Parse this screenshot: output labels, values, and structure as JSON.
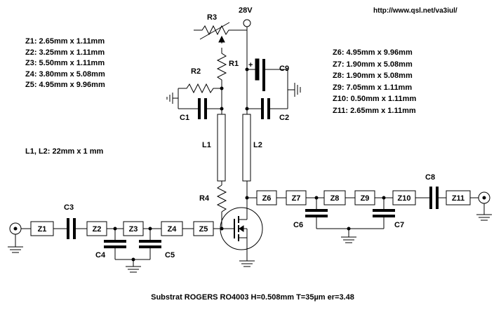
{
  "header": {
    "url": "http://www.qsl.net/va3iul/",
    "supply": "28V"
  },
  "notes_left": [
    "Z1: 2.65mm x 1.11mm",
    "Z2: 3.25mm x 1.11mm",
    "Z3: 5.50mm x 1.11mm",
    "Z4: 3.80mm x 5.08mm",
    "Z5: 4.95mm x 9.96mm"
  ],
  "notes_right": [
    "Z6: 4.95mm x 9.96mm",
    "Z7: 1.90mm x 5.08mm",
    "Z8: 1.90mm x 5.08mm",
    "Z9: 7.05mm x 1.11mm",
    "Z10: 0.50mm x 1.11mm",
    "Z11: 2.65mm x 1.11mm"
  ],
  "inductor_note": "L1, L2: 22mm x 1 mm",
  "footer": "Substrat ROGERS RO4003  H=0.508mm  T=35µm  er=3.48",
  "labels": {
    "R1": "R1",
    "R2": "R2",
    "R3": "R3",
    "R4": "R4",
    "C1": "C1",
    "C2": "C2",
    "C3": "C3",
    "C4": "C4",
    "C5": "C5",
    "C6": "C6",
    "C7": "C7",
    "C8": "C8",
    "C9": "C9",
    "L1": "L1",
    "L2": "L2",
    "plus": "+"
  },
  "blocks": {
    "Z1": "Z1",
    "Z2": "Z2",
    "Z3": "Z3",
    "Z4": "Z4",
    "Z5": "Z5",
    "Z6": "Z6",
    "Z7": "Z7",
    "Z8": "Z8",
    "Z9": "Z9",
    "Z10": "Z10",
    "Z11": "Z11"
  }
}
